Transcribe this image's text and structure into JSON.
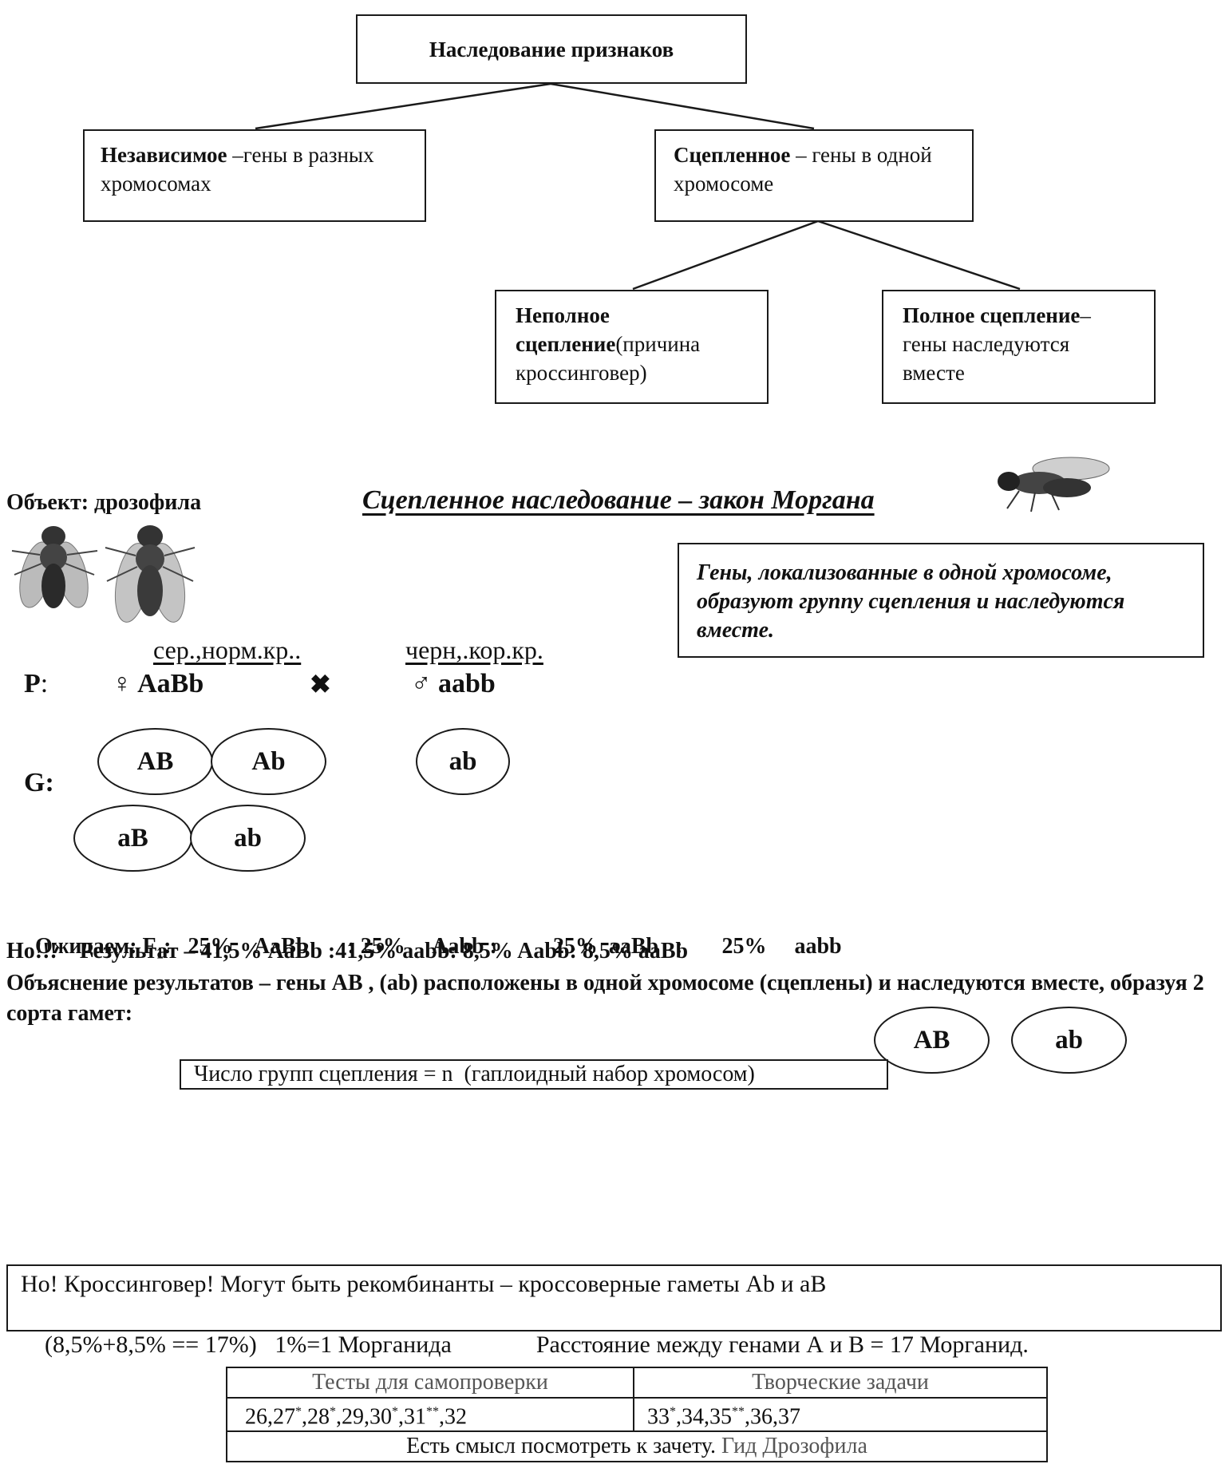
{
  "tree": {
    "root": "Наследование признаков",
    "independent": {
      "term": "Независимое",
      "rest": " –гены в разных хромосомах"
    },
    "linked": {
      "term": "Сцепленное",
      "rest": " – гены в одной хромосоме"
    },
    "incomplete": {
      "term": "Неполное сцепление",
      "rest": "(причина кроссинговер)"
    },
    "complete": {
      "term": "Полное сцепление",
      "rest": "– гены наследуются вместе"
    }
  },
  "object_label": "Объект: дрозофила",
  "law_title": "Сцепленное наследование – закон Моргана",
  "rule_text": "Гены, локализованные в одной хромосоме, образуют группу сцепления и наследуются вместе.",
  "cross": {
    "female_pheno": "сер.,норм.кр..",
    "male_pheno": "черн,.кор.кр.",
    "p_label": "P",
    "p_colon": ":",
    "female_genotype": "♀ AaBb",
    "cross_sign": "✖",
    "male_genotype": "♂ aabb",
    "g_label": "G:",
    "female_gametes": [
      "AB",
      "Ab",
      "aB",
      "ab"
    ],
    "male_gamete": "ab"
  },
  "results": {
    "expected_prefix": "Ожидаем: F",
    "expected_sub": "1",
    "expected_rest": ":   25%    AaBb       : 25%     Aabb :          25%  aaBb   :       25%     aabb",
    "actual": "Но!!!    Результат – 41,5% AaBb :41,5% aabb: 8,5% Aabb: 8,5% aaBb",
    "explanation": "Объяснение результатов – гены АВ , (ab) расположены в одной хромосоме (сцеплены) и  наследуются вместе, образуя 2 сорта гамет:",
    "linked_gametes": [
      "AB",
      "ab"
    ]
  },
  "groups_rule": "Число групп сцепления = n  (гаплоидный набор хромосом)",
  "crossover": {
    "line1": "Но! Кроссинговер! Могут быть рекомбинанты – кроссоверные гаметы Ab и aB",
    "line2_left": "(8,5%+8,5% == 17%)   1%=1 Морганида",
    "line2_right": "Расстояние между генами А и В = 17 Морганид."
  },
  "tests_table": {
    "header_left": "Тесты для самопроверки",
    "header_right": "Творческие задачи",
    "tests_parts": [
      "26,27",
      "*",
      ",28",
      "*",
      ",29,30",
      "*",
      ",31",
      "**",
      ",32"
    ],
    "tasks_parts": [
      "33",
      "*",
      ",34,35",
      "**",
      ",36,37"
    ],
    "footer_main": "Есть смысл посмотреть к зачету.",
    "footer_gray": "Гид Дрозофила"
  },
  "colors": {
    "ink": "#1a1a1a",
    "gray": "#555555"
  }
}
